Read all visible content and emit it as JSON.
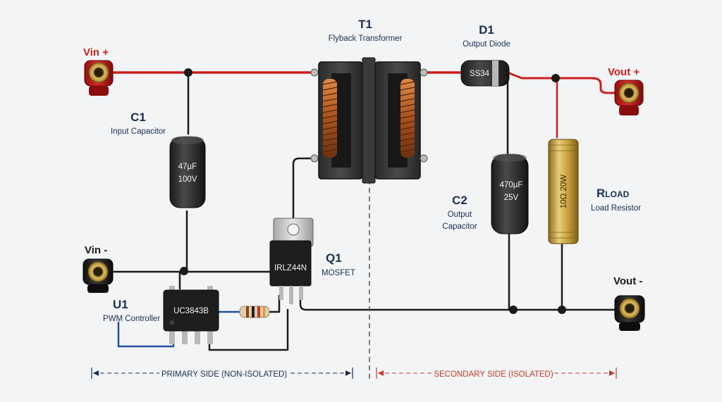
{
  "terminals": {
    "vin_plus": "Vin +",
    "vin_minus": "Vin -",
    "vout_plus": "Vout +",
    "vout_minus": "Vout -"
  },
  "components": {
    "t1": {
      "ref": "T1",
      "desc": "Flyback Transformer"
    },
    "d1": {
      "ref": "D1",
      "desc": "Output Diode",
      "part": "SS34"
    },
    "c1": {
      "ref": "C1",
      "desc": "Input Capacitor",
      "value_line1": "47µF",
      "value_line2": "100V"
    },
    "c2": {
      "ref": "C2",
      "desc_line1": "Output",
      "desc_line2": "Capacitor",
      "value_line1": "470µF",
      "value_line2": "25V"
    },
    "rload": {
      "ref_main": "R",
      "ref_sub": "LOAD",
      "desc": "Load Resistor",
      "value": "10Ω 20W"
    },
    "q1": {
      "ref": "Q1",
      "desc": "MOSFET",
      "part": "IRLZ44N"
    },
    "u1": {
      "ref": "U1",
      "desc": "PWM Controller",
      "part": "UC3843B"
    }
  },
  "sides": {
    "primary": "PRIMARY SIDE (NON-ISOLATED)",
    "secondary": "SECONDARY SIDE (ISOLATED)"
  },
  "colors": {
    "positive_wire": "#cc1e1e",
    "ground_wire": "#1a1a1a",
    "signal_wire": "#1f4fa0",
    "label_text": "#1a2f52",
    "secondary_label": "#c0392b",
    "primary_label": "#1a2f52"
  }
}
